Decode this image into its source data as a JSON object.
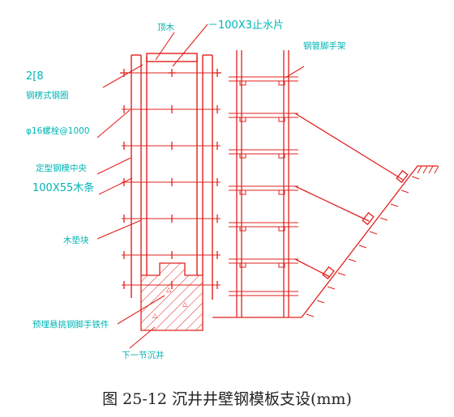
{
  "labels": {
    "top_wood": "顶木",
    "waterstop": "－100X3止水片",
    "scaffold": "钢管脚手架",
    "channel": "2[8",
    "channel_ring": "钢楞式钢圈",
    "bolt": "φ16螺栓@1000",
    "form_center": "定型钢模中央",
    "timber": "100X55木条",
    "wood_pad": "木垫块",
    "embedded": "预埋悬挑钢脚手铁件",
    "next_section": "下一节沉井"
  },
  "caption": "图 25-12  沉井井壁钢模板支设(mm)",
  "colors": {
    "line": "#e0201c",
    "label": "#00b4b4",
    "caption": "#222222"
  }
}
